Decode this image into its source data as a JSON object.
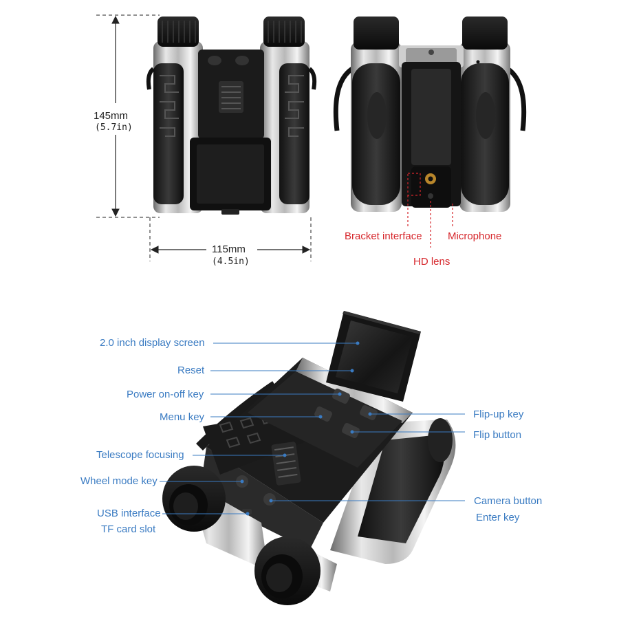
{
  "dimensions": {
    "height_mm": "145mm",
    "height_in": "(5.7in)",
    "width_mm": "115mm",
    "width_in": "(4.5in)"
  },
  "rear_labels": {
    "bracket": "Bracket interface",
    "microphone": "Microphone",
    "lens": "HD lens"
  },
  "callouts_left": {
    "display": "2.0 inch display screen",
    "reset": "Reset",
    "power": "Power on-off key",
    "menu": "Menu key",
    "focus": "Telescope focusing",
    "wheel": "Wheel mode key",
    "usb": "USB interface",
    "tf": "TF card slot"
  },
  "callouts_right": {
    "flipup": "Flip-up key",
    "flip": "Flip button",
    "camera": "Camera button",
    "enter": "Enter key"
  },
  "colors": {
    "callout_blue": "#3a7bc2",
    "label_red": "#d6262b"
  }
}
